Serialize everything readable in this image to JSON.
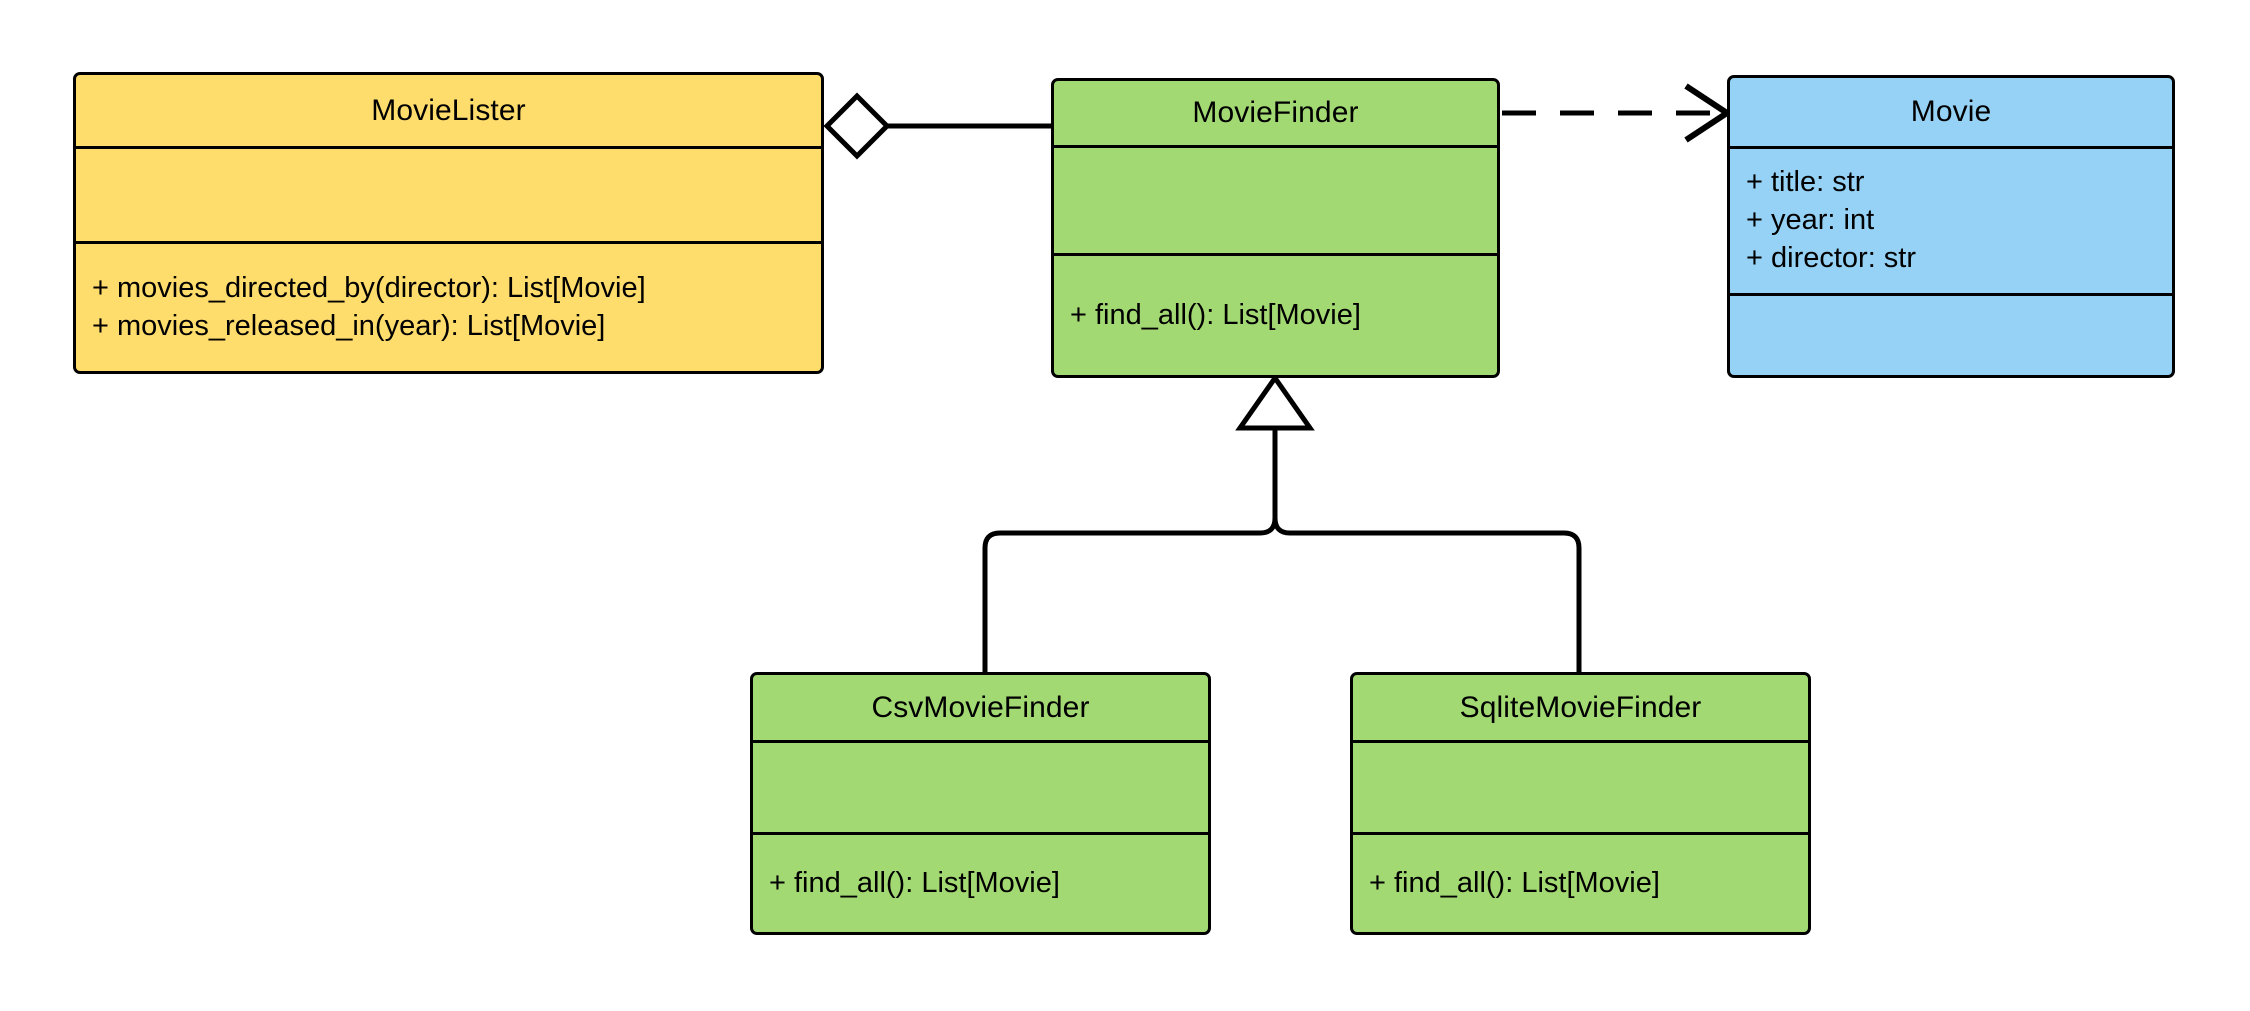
{
  "diagram": {
    "kind": "uml-class-diagram",
    "background": "#ffffff",
    "stroke_color": "#000000"
  },
  "palette": {
    "yellow": "#FFDD6D",
    "green": "#A2D973",
    "blue": "#95D2F5",
    "white": "#FFFFFF",
    "outline": "#000000"
  },
  "classes": [
    {
      "id": "movie-lister",
      "name": "MovieLister",
      "fill": "#FFDD6D",
      "attributes": [],
      "methods": [
        "+ movies_directed_by(director): List[Movie]",
        "+ movies_released_in(year): List[Movie]"
      ]
    },
    {
      "id": "movie-finder",
      "name": "MovieFinder",
      "fill": "#A2D973",
      "attributes": [],
      "methods": [
        "+ find_all(): List[Movie]"
      ]
    },
    {
      "id": "movie",
      "name": "Movie",
      "fill": "#95D2F5",
      "attributes": [
        "+ title: str",
        "+ year: int",
        "+ director: str"
      ],
      "methods": []
    },
    {
      "id": "csv-movie-finder",
      "name": "CsvMovieFinder",
      "fill": "#A2D973",
      "attributes": [],
      "methods": [
        "+ find_all(): List[Movie]"
      ]
    },
    {
      "id": "sqlite-movie-finder",
      "name": "SqliteMovieFinder",
      "fill": "#A2D973",
      "attributes": [],
      "methods": [
        "+ find_all(): List[Movie]"
      ]
    }
  ],
  "relationships": [
    {
      "id": "lister-aggregates-finder",
      "type": "aggregation",
      "marker": "hollow-diamond",
      "line": "solid",
      "source": "MovieLister",
      "target": "MovieFinder",
      "label": ""
    },
    {
      "id": "finder-depends-movie",
      "type": "dependency",
      "marker": "open-arrow",
      "line": "dashed",
      "source": "MovieFinder",
      "target": "Movie",
      "label": ""
    },
    {
      "id": "csv-inherits-finder",
      "type": "generalization",
      "marker": "hollow-triangle",
      "line": "solid",
      "source": "CsvMovieFinder",
      "target": "MovieFinder",
      "label": ""
    },
    {
      "id": "sqlite-inherits-finder",
      "type": "generalization",
      "marker": "hollow-triangle",
      "line": "solid",
      "source": "SqliteMovieFinder",
      "target": "MovieFinder",
      "label": ""
    }
  ]
}
